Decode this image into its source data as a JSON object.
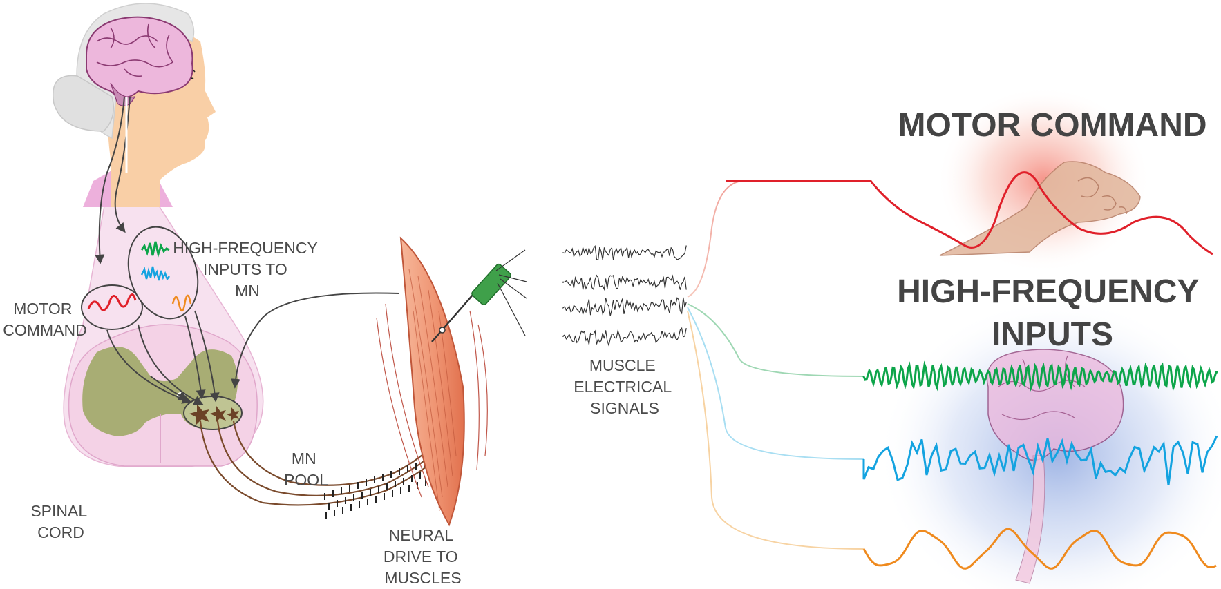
{
  "labels": {
    "hf_inputs_mn": [
      "HIGH-FREQUENCY",
      "INPUTS TO",
      "MN"
    ],
    "motor_command_left": [
      "MOTOR",
      "COMMAND"
    ],
    "spinal_cord": [
      "SPINAL",
      "CORD"
    ],
    "mn_pool": [
      "MN",
      "POOL"
    ],
    "neural_drive": [
      "NEURAL",
      "DRIVE TO",
      "MUSCLES"
    ],
    "muscle_signals": [
      "MUSCLE",
      "ELECTRICAL",
      "SIGNALS"
    ],
    "motor_command_title": "MOTOR COMMAND",
    "hf_title": [
      "HIGH-FREQUENCY",
      "INPUTS"
    ]
  },
  "colors": {
    "motor": "#e0202a",
    "green": "#0da54a",
    "blue": "#14a3e0",
    "orange": "#ef8a1e",
    "skin": "#f9cfa6",
    "cord": "#a8ad74",
    "mn": "#6b4226",
    "pink": "#f5dcec",
    "brain": "#e9b5da"
  }
}
